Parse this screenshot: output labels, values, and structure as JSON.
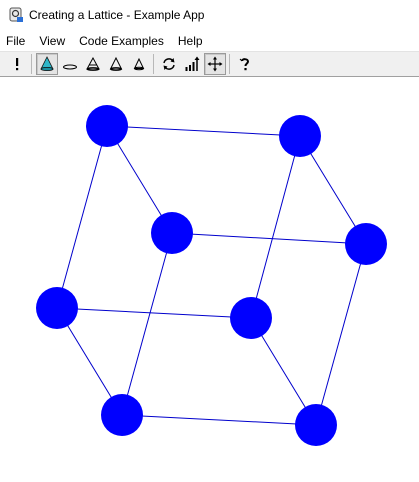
{
  "window": {
    "title": "Creating a Lattice - Example App",
    "icon": "app-icon"
  },
  "menu": [
    {
      "label": "File"
    },
    {
      "label": "View"
    },
    {
      "label": "Code Examples"
    },
    {
      "label": "Help"
    }
  ],
  "toolbar": {
    "buttons": [
      {
        "icon": "exclamation-icon",
        "pressed": false
      },
      {
        "icon": "cone-icon",
        "pressed": true
      },
      {
        "icon": "ellipse-flat-icon",
        "pressed": false
      },
      {
        "icon": "cone-bands-icon",
        "pressed": false
      },
      {
        "icon": "cone-outline-icon",
        "pressed": false
      },
      {
        "icon": "cone-small-icon",
        "pressed": false
      },
      {
        "icon": "rotate-icon",
        "pressed": false
      },
      {
        "icon": "rising-bars-icon",
        "pressed": false
      },
      {
        "icon": "move-arrows-icon",
        "pressed": true
      },
      {
        "icon": "help-question-icon",
        "pressed": false
      }
    ]
  },
  "lattice": {
    "node_color": "#0000ff",
    "edge_color": "#0000cc",
    "node_count": 8,
    "edge_count": 12
  }
}
